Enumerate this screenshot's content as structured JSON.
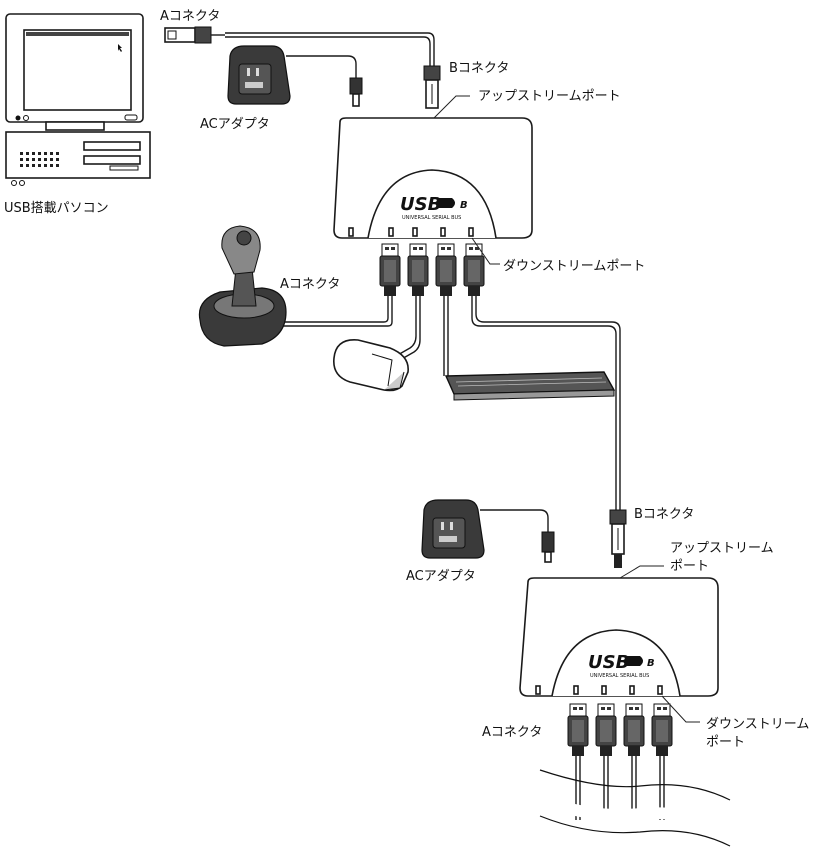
{
  "labels": {
    "pc": "USB搭載パソコン",
    "a_connector_top": "Aコネクタ",
    "b_connector_top": "Bコネクタ",
    "ac_adapter_top": "ACアダプタ",
    "upstream_port_top": "アップストリームポート",
    "downstream_port_top": "ダウンストリームポート",
    "a_connector_mid": "Aコネクタ",
    "b_connector_mid": "Bコネクタ",
    "ac_adapter_bottom": "ACアダプタ",
    "upstream_port_bottom_1": "アップストリーム",
    "upstream_port_bottom_2": "ポート",
    "a_connector_bottom": "Aコネクタ",
    "downstream_port_bottom_1": "ダウンストリーム",
    "downstream_port_bottom_2": "ポート"
  },
  "hub_top": {
    "logo": "USB",
    "logo_suffix": "B",
    "logo_sub": "UNIVERSAL SERIAL BUS"
  },
  "hub_bottom": {
    "logo": "USB",
    "logo_suffix": "B",
    "logo_sub": "UNIVERSAL SERIAL BUS"
  }
}
